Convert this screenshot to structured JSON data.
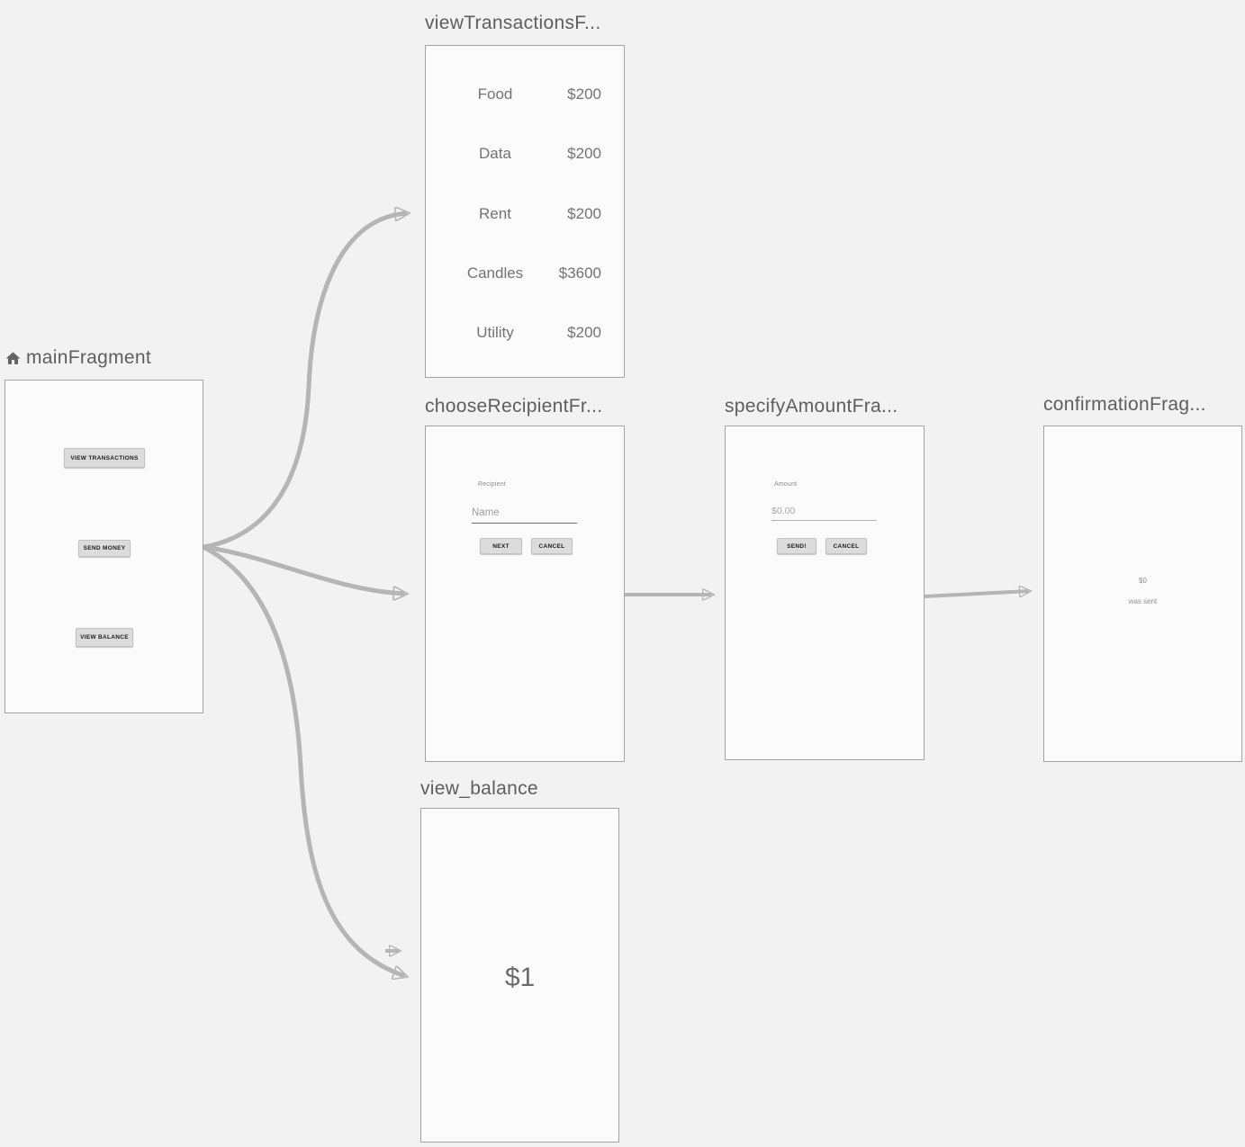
{
  "colors": {
    "canvas_background": "#f2f2f3",
    "card_background": "#fbfbfb",
    "card_border": "#a3a3a3",
    "arrow": "#b5b5b5",
    "title_text": "#5e5e5e",
    "preview_text": "#737373",
    "button_background": "#dcdcdc"
  },
  "nodes": {
    "main": {
      "title": "mainFragment",
      "preview": {
        "view_transactions_button": "VIEW TRANSACTIONS",
        "send_money_button": "SEND MONEY",
        "view_balance_button": "VIEW BALANCE"
      }
    },
    "view_transactions": {
      "title": "viewTransactionsF...",
      "preview": {
        "rows": [
          {
            "label": "Food",
            "amount": "$200"
          },
          {
            "label": "Data",
            "amount": "$200"
          },
          {
            "label": "Rent",
            "amount": "$200"
          },
          {
            "label": "Candles",
            "amount": "$3600"
          },
          {
            "label": "Utility",
            "amount": "$200"
          }
        ]
      }
    },
    "choose_recipient": {
      "title": "chooseRecipientFr...",
      "preview": {
        "field_label": "Recipient",
        "field_value": "Name",
        "next_button": "NEXT",
        "cancel_button": "CANCEL"
      }
    },
    "specify_amount": {
      "title": "specifyAmountFra...",
      "preview": {
        "field_label": "Amount",
        "field_value": "$0.00",
        "send_button": "SEND!",
        "cancel_button": "CANCEL"
      }
    },
    "confirmation": {
      "title": "confirmationFrag...",
      "preview": {
        "amount": "$0",
        "message": "was sent"
      }
    },
    "view_balance": {
      "title": "view_balance",
      "preview": {
        "balance": "$1"
      }
    }
  }
}
